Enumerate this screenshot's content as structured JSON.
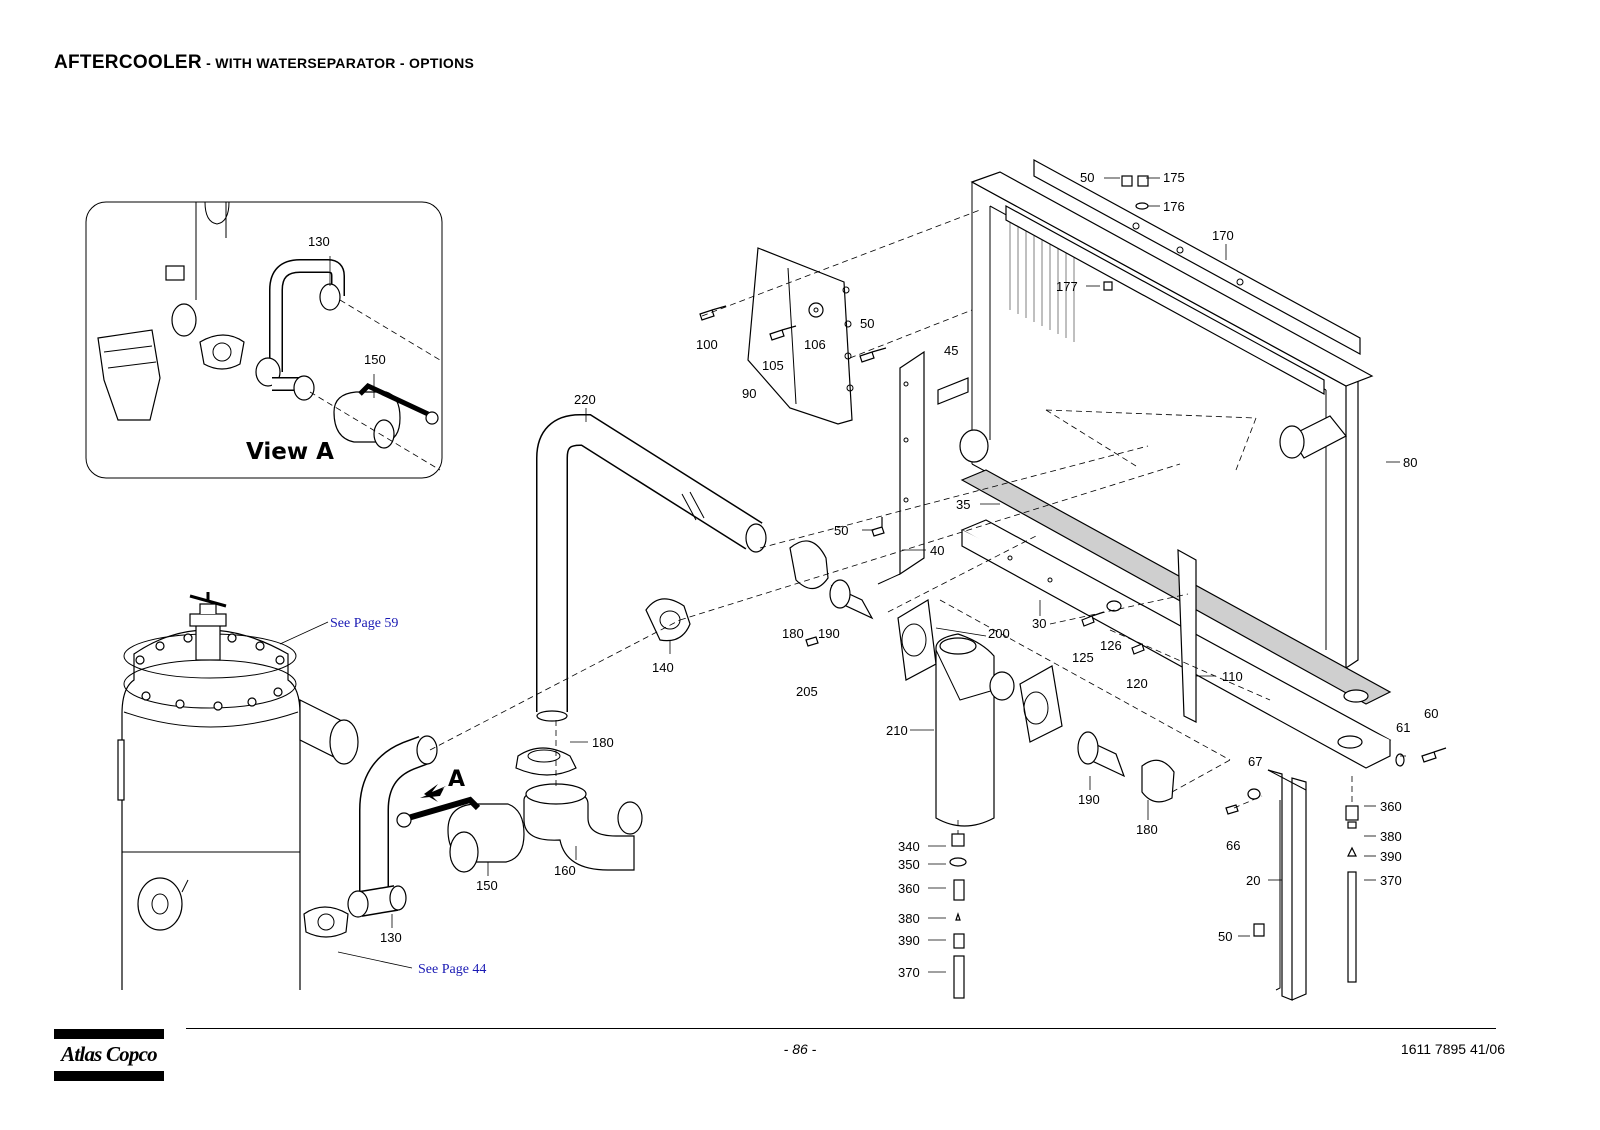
{
  "header": {
    "title_main": "AFTERCOOLER",
    "title_sub": " - WITH WATERSEPARATOR - OPTIONS"
  },
  "detail_view": {
    "label": "View A"
  },
  "arrow_label": "A",
  "references": {
    "page59": "See Page 59",
    "page44": "See Page 44"
  },
  "callouts": {
    "c50a": "50",
    "c175": "175",
    "c176": "176",
    "c170": "170",
    "c177": "177",
    "c100": "100",
    "c106": "106",
    "c105": "105",
    "c90": "90",
    "c50b": "50",
    "c45": "45",
    "c80": "80",
    "c220": "220",
    "c35": "35",
    "c50c": "50",
    "c40": "40",
    "c180a": "180",
    "c190a": "190",
    "c200": "200",
    "c30": "30",
    "c126": "126",
    "c125": "125",
    "c120": "120",
    "c110": "110",
    "c140": "140",
    "c205": "205",
    "c210": "210",
    "c180b": "180",
    "c160": "160",
    "c150a": "150",
    "c130a": "130",
    "c130b": "130",
    "c150b": "150",
    "c190b": "190",
    "c180c": "180",
    "c67": "67",
    "c66": "66",
    "c61": "61",
    "c60": "60",
    "c360a": "360",
    "c380a": "380",
    "c390a": "390",
    "c370a": "370",
    "c20": "20",
    "c50d": "50",
    "c340": "340",
    "c350": "350",
    "c360b": "360",
    "c380b": "380",
    "c390b": "390",
    "c370b": "370"
  },
  "footer": {
    "page_number": "- 86 -",
    "doc_number": "1611 7895 41/06",
    "logo_text": "Atlas Copco"
  }
}
